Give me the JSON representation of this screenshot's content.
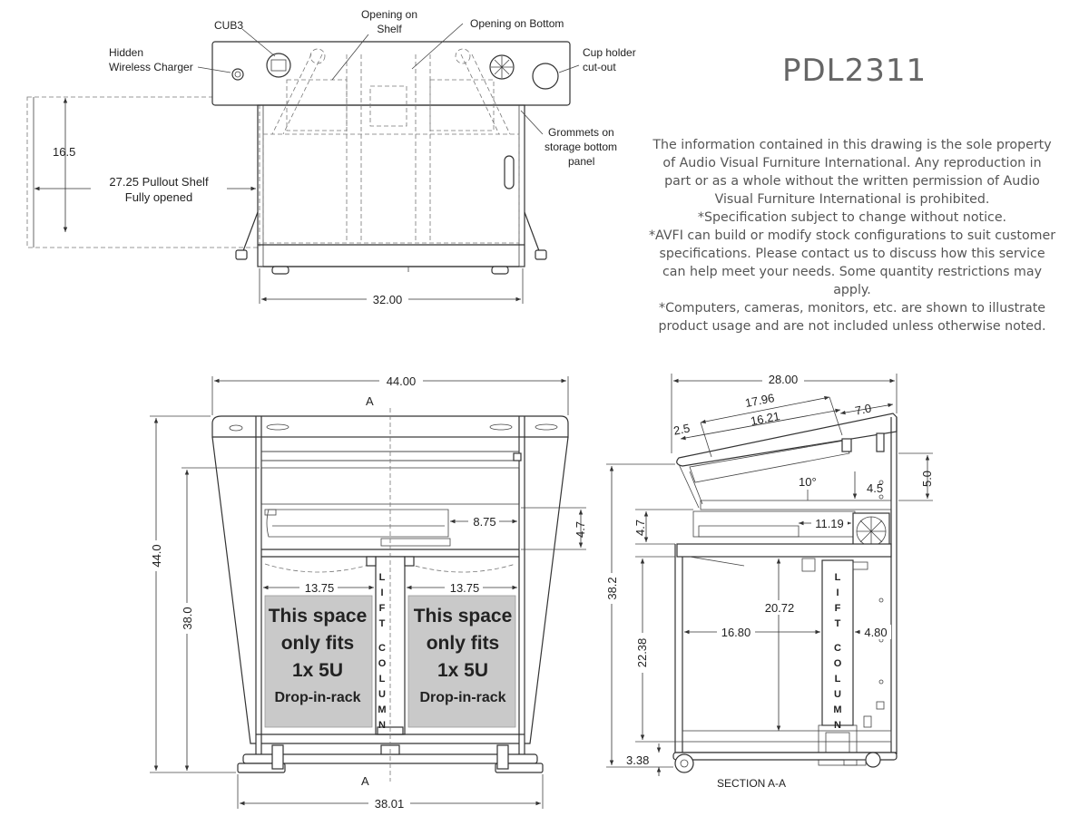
{
  "title": "PDL2311",
  "notes": {
    "property": "The information contained in this drawing is the sole property of Audio Visual Furniture International. Any reproduction in part or as a whole without the written permission of Audio Visual Furniture International is prohibited.",
    "spec": "*Specification subject to change without notice.",
    "custom": "*AVFI can build or modify stock configurations to suit customer specifications. Please contact us to discuss how this service can help meet your needs. Some quantity restrictions may apply.",
    "usage": "*Computers, cameras, monitors, etc. are shown to illustrate product usage and are not included unless otherwise noted."
  },
  "top_view": {
    "callouts": {
      "cub3": "CUB3",
      "charger_1": "Hidden",
      "charger_2": "Wireless Charger",
      "shelf_1": "Opening on",
      "shelf_2": "Shelf",
      "bottom": "Opening on Bottom",
      "cup_1": "Cup holder",
      "cup_2": "cut-out",
      "grom_1": "Grommets on",
      "grom_2": "storage bottom",
      "grom_3": "panel"
    },
    "dims": {
      "depth": "16.5",
      "pullout_1": "27.25 Pullout Shelf",
      "pullout_2": "Fully opened",
      "width": "32.00"
    }
  },
  "front_view": {
    "dims": {
      "top_width": "44.00",
      "height": "44.0",
      "inner_height": "38.0",
      "shelf_depth": "8.75",
      "shelf_h": "4.7",
      "left_space": "13.75",
      "right_space": "13.75",
      "base_width": "38.01"
    },
    "section_mark": "A",
    "space_text": [
      "This space",
      "only fits",
      "1x 5U",
      "Drop-in-rack"
    ],
    "lift_letters": [
      "L",
      "I",
      "F",
      "T",
      "C",
      "O",
      "L",
      "U",
      "M",
      "N"
    ]
  },
  "section_view": {
    "label": "SECTION A-A",
    "dims": {
      "depth": "28.00",
      "top_run": "17.96",
      "lip": "2.5",
      "top_span": "16.21",
      "front_lip": "7.0",
      "angle": "10°",
      "d_45": "4.5",
      "d_50": "5.0",
      "d_47": "4.7",
      "d_1119": "11.19",
      "total_h": "38.2",
      "inner_h": "20.72",
      "depth_inner": "16.80",
      "side": "4.80",
      "lower_h": "22.38",
      "base_h": "3.38"
    },
    "lift_letters": [
      "L",
      "I",
      "F",
      "T",
      "C",
      "O",
      "L",
      "U",
      "M",
      "N"
    ]
  }
}
